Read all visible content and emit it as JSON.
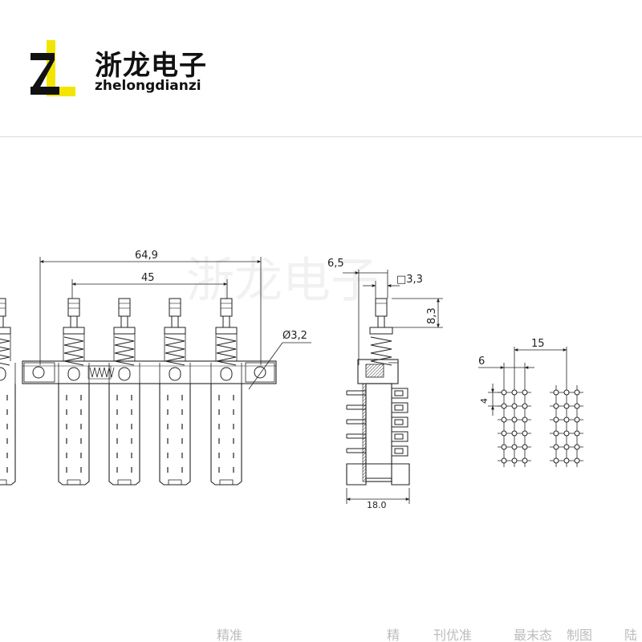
{
  "header": {
    "brand_cn": "浙龙电子",
    "brand_en": "zhelongdianzi",
    "logo": {
      "letters": "ZL",
      "colors": {
        "z": "#111111",
        "l": "#f2e600"
      }
    }
  },
  "watermark": "浙龙电子",
  "front_view": {
    "dim_overall": "64,9",
    "dim_pitch": "45",
    "dim_hole": "Ø3,2",
    "button_count": 4
  },
  "side_view": {
    "dim_top_width": "6,5",
    "dim_stem": "□3,3",
    "dim_stem_height": "8,3",
    "dim_base": "18.0"
  },
  "pcb_view": {
    "dim_group_spacing": "15",
    "dim_pin_spacing": "6",
    "dim_row_pitch": "4",
    "columns_per_group": 3,
    "rows": 6
  },
  "bottom_strip": {
    "fragments": [
      "精准",
      "精",
      "刊优准",
      "最末态",
      "制图",
      "陆"
    ]
  },
  "colors": {
    "line": "#222222",
    "accent": "#f2e600"
  }
}
